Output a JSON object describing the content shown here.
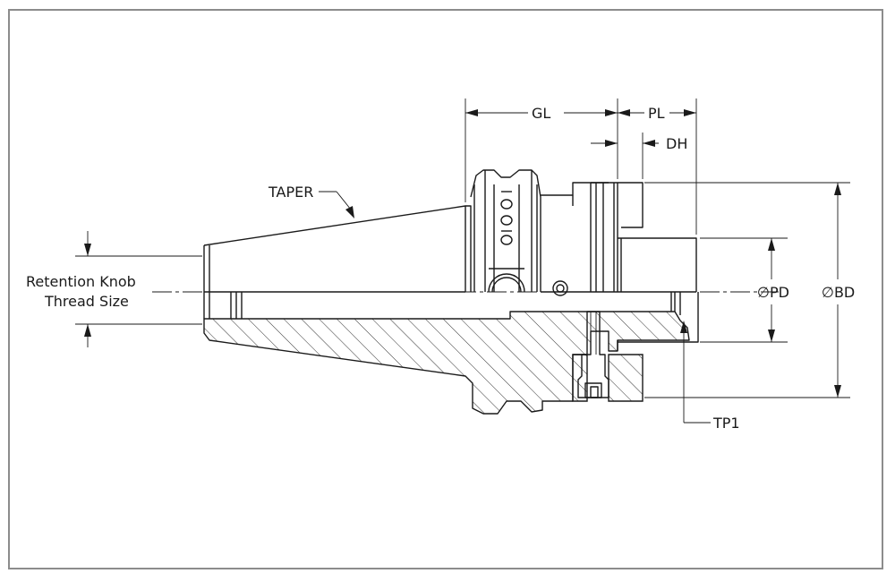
{
  "labels": {
    "taper": "TAPER",
    "retention_knob_line1": "Retention Knob",
    "retention_knob_line2": "Thread Size",
    "gl": "GL",
    "pl": "PL",
    "dh": "DH",
    "pd": "∅PD",
    "bd": "∅BD",
    "tp1": "TP1"
  },
  "colors": {
    "ink": "#1a1a1a",
    "frame": "#8c8c8c",
    "background": "#ffffff"
  }
}
